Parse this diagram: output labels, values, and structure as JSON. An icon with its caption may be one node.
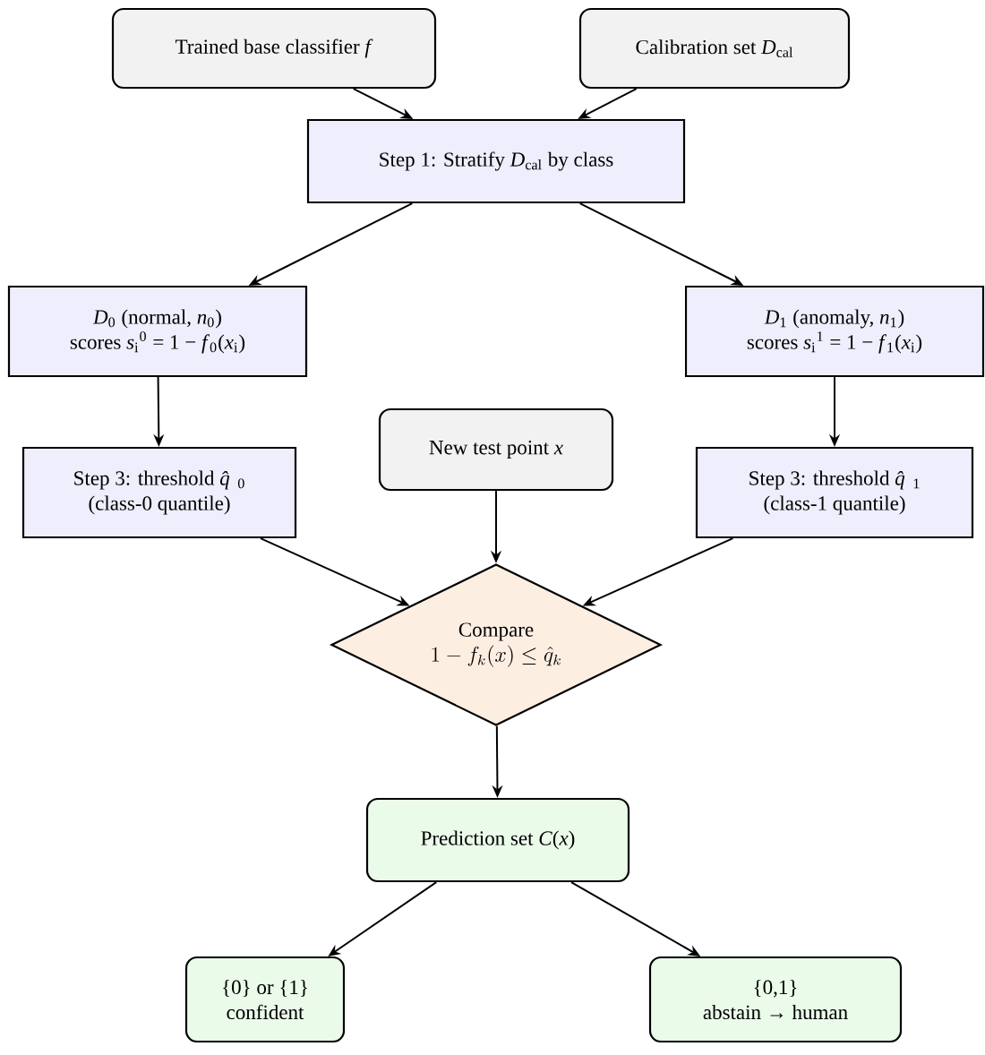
{
  "diagram": {
    "nodes": [
      {
        "text": [
          "Trained base classifier *f*"
        ]
      },
      {
        "text": [
          "Calibration set *D*$_{cal}$"
        ]
      },
      {
        "text": [
          "Step 1: Stratify *D*$_{cal}$ by class"
        ]
      },
      {
        "text": [
          "*D*$_{0}$ (normal, *n*$_{0}$)",
          "scores *s*$_{i}$$^{0}$ = 1 − *f*$_{0}$(*x*$_{i}$)"
        ]
      },
      {
        "text": [
          "*D*$_{1}$ (anomaly, *n*$_{1}$)",
          "scores *s*$_{i}$$^{1}$ = 1 − *f*$_{1}$(*x*$_{i}$)"
        ]
      },
      {
        "text": [
          "Step 3: threshold *q̂*$_{0}$",
          "(class-0 quantile)"
        ]
      },
      {
        "text": [
          "New test point *x*"
        ]
      },
      {
        "text": [
          "Step 3: threshold *q̂*$_{1}$",
          "(class-1 quantile)"
        ]
      },
      {
        "text": [
          "Compare",
          "1 - f_k(x) \\leq \\hat{q}_k"
        ]
      },
      {
        "text": [
          "Prediction set *C*(*x*)"
        ]
      },
      {
        "text": [
          "{0} or {1}",
          "confident"
        ]
      },
      {
        "text": [
          "{0,1}",
          "abstain → human"
        ]
      }
    ],
    "edges": [
      {
        "from": 0,
        "to": 2,
        "arrow": "to"
      },
      {
        "from": 1,
        "to": 2,
        "arrow": "to"
      },
      {
        "from": 2,
        "to": 3,
        "arrow": "to"
      },
      {
        "from": 2,
        "to": 4,
        "arrow": "to"
      },
      {
        "from": 3,
        "to": 5,
        "arrow": "to"
      },
      {
        "from": 4,
        "to": 7,
        "arrow": "to"
      },
      {
        "from": 5,
        "to": 8,
        "arrow": "to"
      },
      {
        "from": 6,
        "to": 8,
        "arrow": "to"
      },
      {
        "from": 7,
        "to": 8,
        "arrow": "to"
      },
      {
        "from": 8,
        "to": 9,
        "arrow": "to"
      },
      {
        "from": 9,
        "to": 10,
        "arrow": "to"
      },
      {
        "from": 9,
        "to": 11,
        "arrow": "to"
      }
    ]
  }
}
